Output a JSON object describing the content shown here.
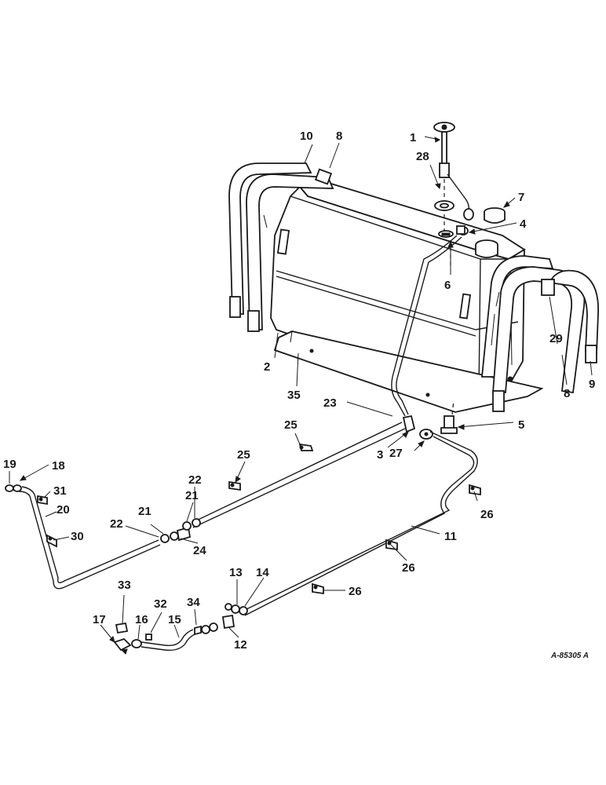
{
  "callouts": {
    "c1": "1",
    "c2": "2",
    "c3": "3",
    "c4": "4",
    "c5": "5",
    "c6": "6",
    "c7": "7",
    "c8a": "8",
    "c8b": "8",
    "c9": "9",
    "c10": "10",
    "c11": "11",
    "c12": "12",
    "c13": "13",
    "c14": "14",
    "c15": "15",
    "c16": "16",
    "c17": "17",
    "c18": "18",
    "c19": "19",
    "c20": "20",
    "c21a": "21",
    "c21b": "21",
    "c22a": "22",
    "c22b": "22",
    "c23": "23",
    "c24": "24",
    "c25a": "25",
    "c25b": "25",
    "c26a": "26",
    "c26b": "26",
    "c26c": "26",
    "c27": "27",
    "c28": "28",
    "c29": "29",
    "c30": "30",
    "c31": "31",
    "c32": "32",
    "c33": "33",
    "c34": "34",
    "c35": "35"
  },
  "drawing_code": "A-85305 A",
  "colors": {
    "ink": "#1a1a1a",
    "paper": "#ffffff"
  }
}
